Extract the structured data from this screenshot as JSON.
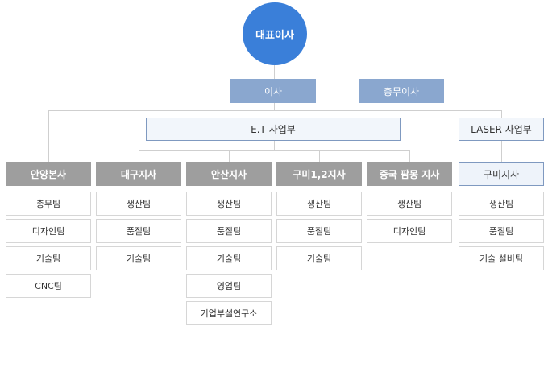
{
  "ceo": {
    "label": "대표이사"
  },
  "executives": [
    {
      "label": "이사"
    },
    {
      "label": "총무이사"
    }
  ],
  "divisions": [
    {
      "label": "E.T 사업부"
    },
    {
      "label": "LASER 사업부"
    }
  ],
  "branches": [
    {
      "label": "안양본사",
      "teams": [
        "총무팀",
        "디자인팀",
        "기술팀",
        "CNC팀"
      ]
    },
    {
      "label": "대구지사",
      "teams": [
        "생산팀",
        "품질팀",
        "기술팀"
      ]
    },
    {
      "label": "안산지사",
      "teams": [
        "생산팀",
        "품질팀",
        "기술팀",
        "영업팀",
        "기업부설연구소"
      ]
    },
    {
      "label": "구미1,2지사",
      "teams": [
        "생산팀",
        "품질팀",
        "기술팀"
      ]
    },
    {
      "label": "중국 팜몽 지사",
      "teams": [
        "생산팀",
        "디자인팀"
      ]
    },
    {
      "label": "구미지사",
      "teams": [
        "생산팀",
        "품질팀",
        "기술 설비팀"
      ]
    }
  ],
  "colors": {
    "ceo": "#3a7fd9",
    "executive": "#8aa7cf",
    "branch": "#9e9e9e",
    "division_border": "#7f99c0",
    "connector": "#cfcfcf"
  }
}
